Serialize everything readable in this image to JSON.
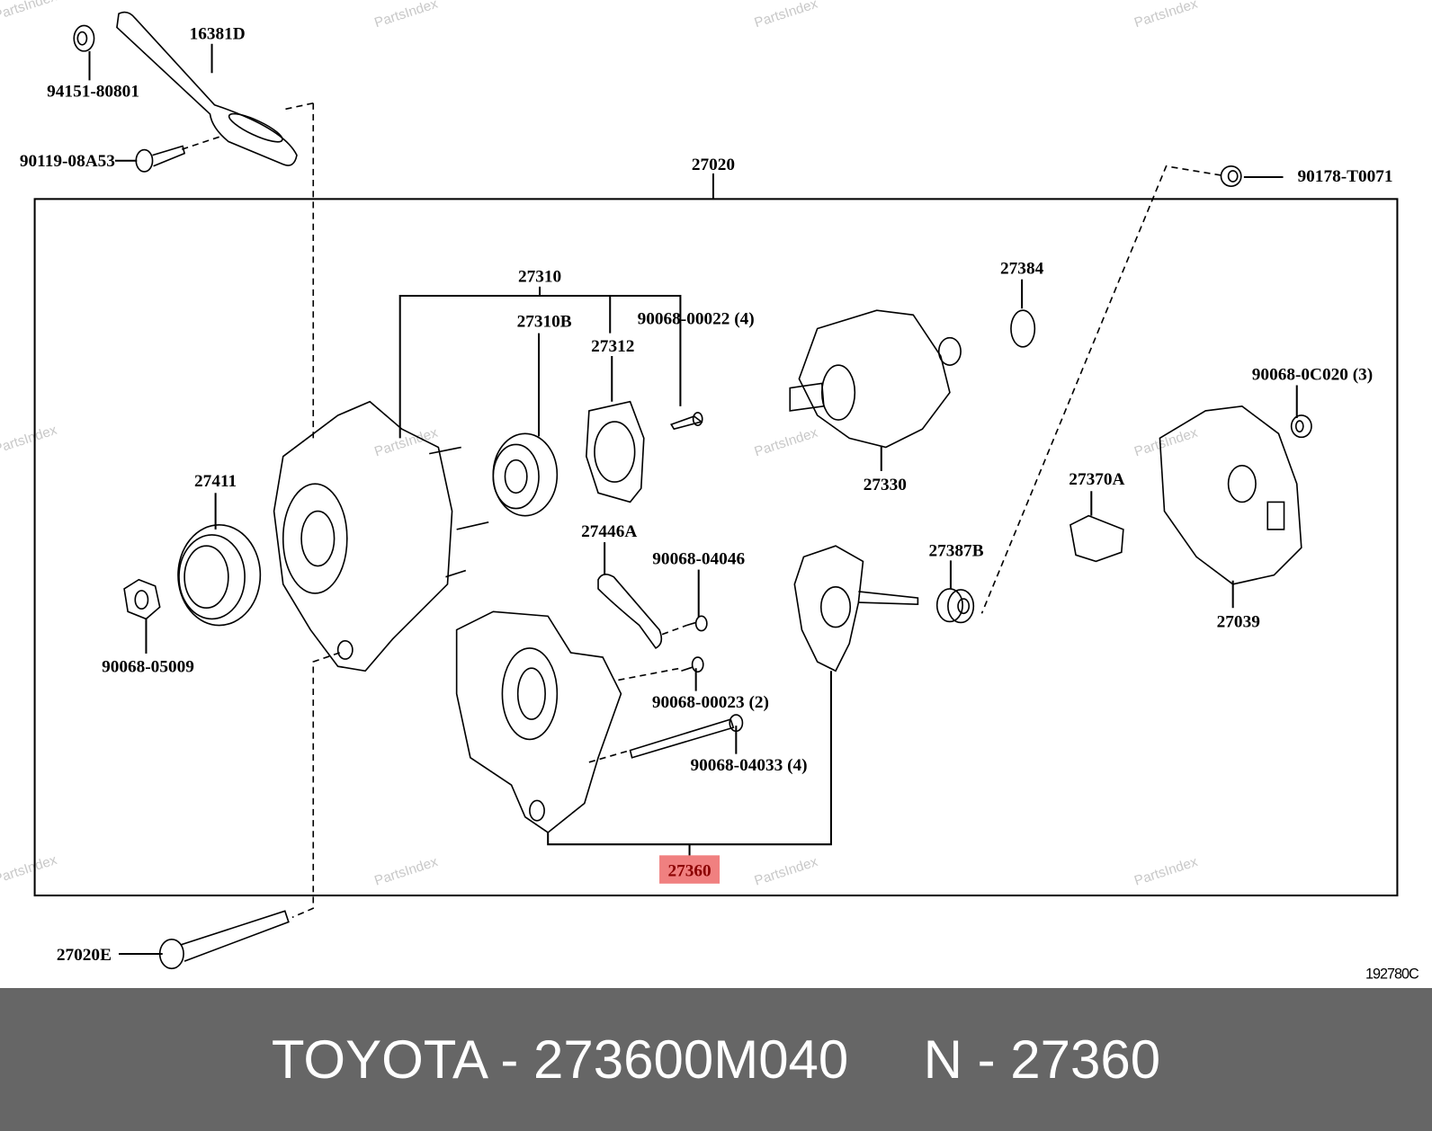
{
  "diagram": {
    "labels": {
      "l16381D": "16381D",
      "l94151": "94151-80801",
      "l90119": "90119-08A53",
      "l27020": "27020",
      "l90178": "90178-T0071",
      "l27310": "27310",
      "l27310B": "27310B",
      "l90068_00022": "90068-00022 (4)",
      "l27312": "27312",
      "l27384": "27384",
      "l90068_0C020": "90068-0C020 (3)",
      "l27330": "27330",
      "l27411": "27411",
      "l27370A": "27370A",
      "l27446A": "27446A",
      "l90068_04046": "90068-04046",
      "l27387B": "27387B",
      "l27039": "27039",
      "l90068_05009": "90068-05009",
      "l90068_00023": "90068-00023 (2)",
      "l90068_04033": "90068-04033 (4)",
      "l27360": "27360",
      "l27020E": "27020E"
    },
    "reference_code": "192780C",
    "watermark": "PartsIndex",
    "highlight_color": "#f08080"
  },
  "footer": {
    "text": "TOYOTA - 273600M040     N - 27360"
  }
}
